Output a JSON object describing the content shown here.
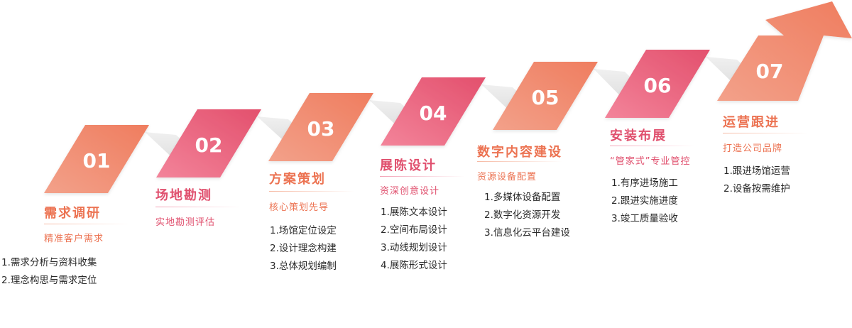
{
  "colors": {
    "orange_light": "#f6a98e",
    "orange_dark": "#ee7a5c",
    "pink_light": "#f4879a",
    "pink_dark": "#e44f6d",
    "ribbon_light": "#ececec",
    "ribbon_dark": "#d9d9d9"
  },
  "steps": [
    {
      "number": "01",
      "title": "需求调研",
      "subtitle": "精准客户需求",
      "tone": "orange",
      "items": [
        "1.需求分析与资料收集",
        "2.理念构思与需求定位"
      ]
    },
    {
      "number": "02",
      "title": "场地勘测",
      "subtitle": "实地勘测评估",
      "tone": "pink",
      "items": []
    },
    {
      "number": "03",
      "title": "方案策划",
      "subtitle": "核心策划先导",
      "tone": "orange",
      "items": [
        "1.场馆定位设定",
        "2.设计理念构建",
        "3.总体规划编制"
      ]
    },
    {
      "number": "04",
      "title": "展陈设计",
      "subtitle": "资深创意设计",
      "tone": "pink",
      "items": [
        "1.展陈文本设计",
        "2.空间布局设计",
        "3.动线规划设计",
        "4.展陈形式设计"
      ]
    },
    {
      "number": "05",
      "title": "数字内容建设",
      "subtitle": "资源设备配置",
      "tone": "orange",
      "items": [
        "1.多媒体设备配置",
        "2.数字化资源开发",
        "3.信息化云平台建设"
      ]
    },
    {
      "number": "06",
      "title": "安装布展",
      "subtitle": "“管家式”专业管控",
      "tone": "pink",
      "items": [
        "1.有序进场施工",
        "2.跟进实施进度",
        "3.竣工质量验收"
      ]
    },
    {
      "number": "07",
      "title": "运营跟进",
      "subtitle": "打造公司品牌",
      "tone": "orange",
      "items": [
        "1.跟进场馆运营",
        "2.设备按需维护"
      ]
    }
  ]
}
